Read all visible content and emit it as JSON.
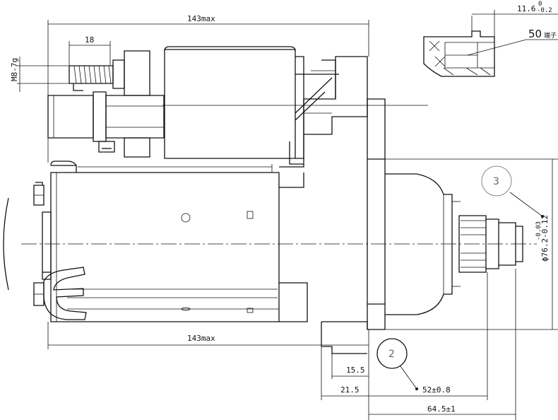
{
  "dimensions": {
    "overall_top": "143max",
    "overall_bottom": "143max",
    "terminal_length": "18",
    "thread": "M8-7g",
    "flange_offset_1": "15.5",
    "flange_offset_2": "21.5",
    "pinion_distance": "52±0.8",
    "pinion_end": "64.5±1",
    "pilot_diameter": "ϕ76.2-0.12",
    "pilot_tolerance_upper": "-0.03",
    "detail_dim": "11.6",
    "detail_tol_upper": "0",
    "detail_tol_lower": "-0.2",
    "detail_label": "50"
  },
  "balloons": [
    "3",
    "2"
  ]
}
